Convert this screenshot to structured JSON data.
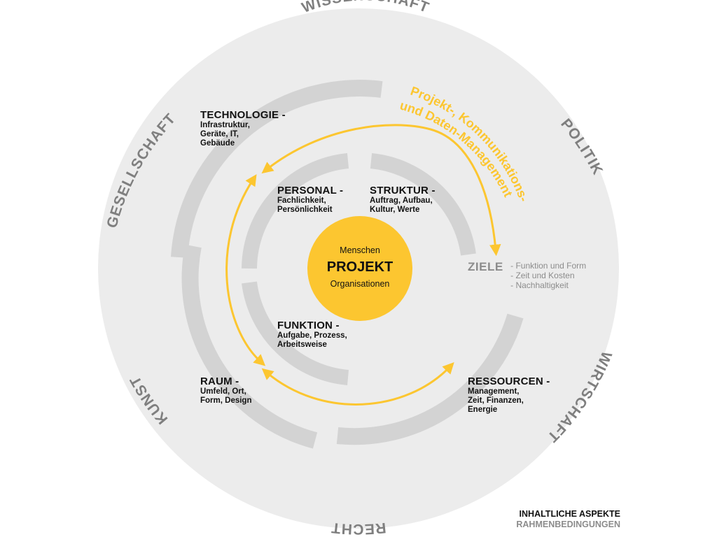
{
  "outer_labels": [
    {
      "text": "WISSENSCHAFT"
    },
    {
      "text": "POLITIK"
    },
    {
      "text": "WIRTSCHAFT"
    },
    {
      "text": "RECHT"
    },
    {
      "text": "KUNST"
    },
    {
      "text": "GESELLSCHAFT"
    }
  ],
  "management": {
    "line1": "Projekt-, Kommunikations-",
    "line2": "und Daten-Management"
  },
  "aspects": {
    "technologie": {
      "head": "TECHNOLOGIE -",
      "lines": [
        "Infrastruktur,",
        "Geräte, IT,",
        "Gebäude"
      ]
    },
    "personal": {
      "head": "PERSONAL -",
      "lines": [
        "Fachlichkeit,",
        "Persönlichkeit"
      ]
    },
    "struktur": {
      "head": "STRUKTUR -",
      "lines": [
        "Auftrag, Aufbau,",
        "Kultur, Werte"
      ]
    },
    "funktion": {
      "head": "FUNKTION -",
      "lines": [
        "Aufgabe, Prozess,",
        "Arbeitsweise"
      ]
    },
    "raum": {
      "head": "RAUM -",
      "lines": [
        "Umfeld, Ort,",
        "Form, Design"
      ]
    },
    "ressourcen": {
      "head": "RESSOURCEN -",
      "lines": [
        "Management,",
        "Zeit, Finanzen,",
        "Energie"
      ]
    }
  },
  "ziele": {
    "head": "ZIELE",
    "items": [
      "- Funktion und Form",
      "- Zeit und Kosten",
      "- Nachhaltigkeit"
    ]
  },
  "core": {
    "top": "Menschen",
    "title": "PROJEKT",
    "bottom": "Organisationen"
  },
  "legend": {
    "primary": "INHALTLICHE ASPEKTE",
    "secondary": "RAHMENBEDINGUNGEN"
  },
  "colors": {
    "accent": "#fcc630",
    "ring": "#d3d3d3",
    "background_disc": "#ececec",
    "muted_text": "#8c8c8c"
  }
}
